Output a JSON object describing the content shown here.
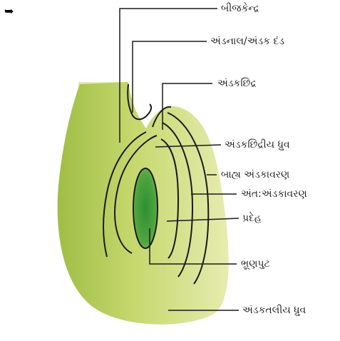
{
  "marker": "➥",
  "labels": {
    "bijkendra": "બીજકેન્દ્ર",
    "andnal": "અંડનાલ/અંડક દંડ",
    "andakchhidra": "અંડકછિદ્ર",
    "andakchhidriya_dhruv": "અંડકછિદ્રીય ધ્રુવ",
    "bahya_andakavaran": "બાહ્ય અંડકાવરણ",
    "antah_andakavaran": "અંત:અંડકાવરણ",
    "pradeh": "પ્રદેહ",
    "bhrunanput": "ભ્રૂણપુટ",
    "andaktaliya_dhruv": "અંડકતલીય ધ્રુવ"
  },
  "colors": {
    "tissue_light": "#d6e08c",
    "tissue_mid": "#b9cf5e",
    "tissue_dark": "#8fb33c",
    "embryo_sac": "#3f9a3a",
    "outline": "#1a1a1a"
  }
}
